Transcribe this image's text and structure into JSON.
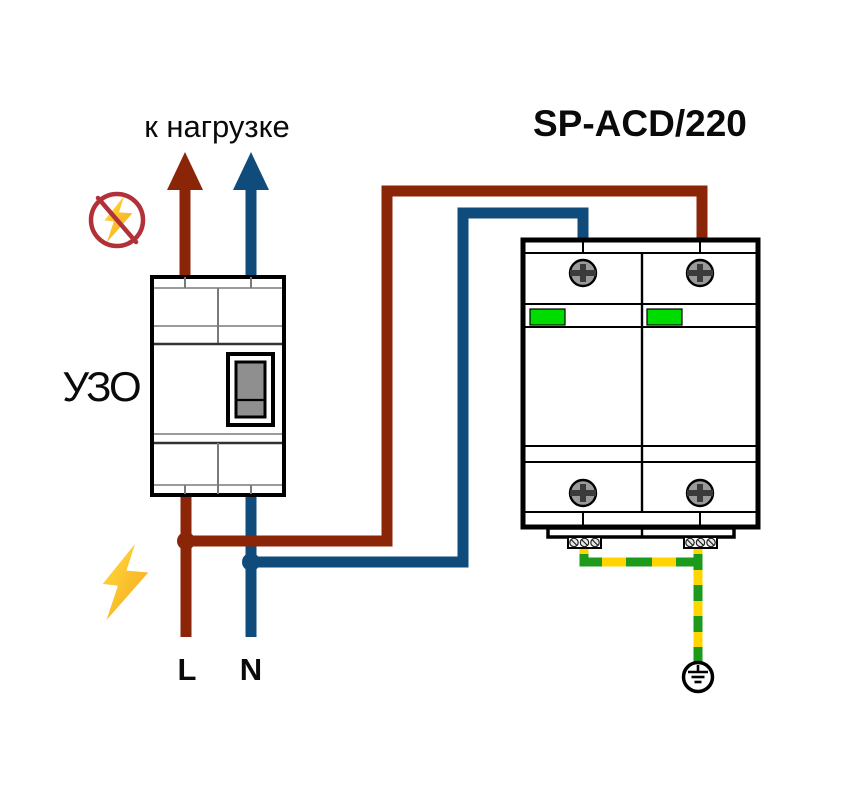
{
  "diagram": {
    "load_label": "к нагрузке",
    "model_label": "SP-ACD/220",
    "rcd_label": "УЗО",
    "phase_label": "L",
    "neutral_label": "N"
  },
  "icons": {
    "no_surge": "no-surge-icon (crossed-out lightning bolt)",
    "surge": "lightning-bolt-icon",
    "earth": "earth-ground-icon",
    "screw": "screw-icon",
    "indicator": "green-status-window"
  },
  "colors": {
    "phase_wire": "#8B2508",
    "neutral_wire": "#0F4C7C",
    "ground_green": "#1B9A1B",
    "ground_yellow": "#FFD500",
    "indicator_green": "#00DC00",
    "prohibited_red": "#B23038",
    "bolt_yellow": "#FFDF3E",
    "bolt_orange": "#F6A41C",
    "screw_gray": "#9A9A9A",
    "switch_gray": "#8F8F8F",
    "outline_black": "#000000"
  }
}
